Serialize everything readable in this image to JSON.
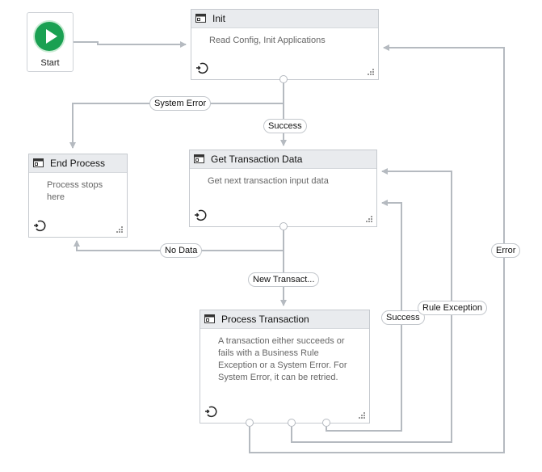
{
  "start": {
    "label": "Start"
  },
  "states": {
    "init": {
      "title": "Init",
      "description": "Read Config, Init Applications"
    },
    "end_process": {
      "title": "End Process",
      "description": "Process stops here"
    },
    "get_transaction": {
      "title": "Get Transaction Data",
      "description": "Get next transaction input data"
    },
    "process_transaction": {
      "title": "Process Transaction",
      "description": "A transaction either succeeds or fails with a Business Rule Exception or a System Error. For System Error, it can be retried."
    }
  },
  "transitions": {
    "system_error": "System Error",
    "success_init": "Success",
    "no_data": "No Data",
    "new_transaction": "New Transact...",
    "success_process": "Success",
    "rule_exception": "Rule Exception",
    "error": "Error"
  },
  "colors": {
    "start_green": "#1aa052",
    "connector": "#b5bac0",
    "header": "#e9ebee"
  },
  "icons": [
    "play-icon",
    "state-icon",
    "loop-icon",
    "resize-grip-icon"
  ]
}
